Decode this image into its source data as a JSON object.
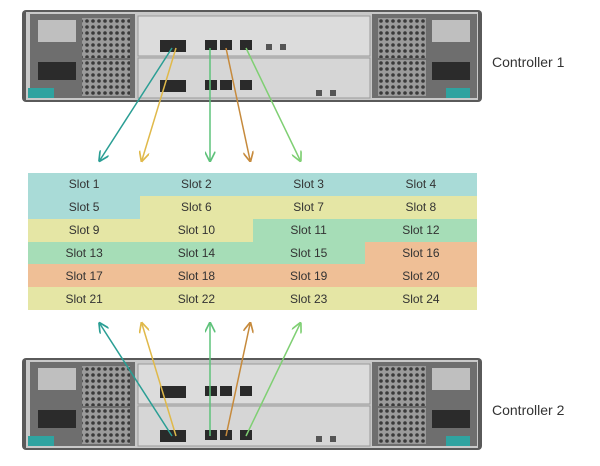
{
  "controllers": [
    {
      "label": "Controller 1"
    },
    {
      "label": "Controller 2"
    }
  ],
  "colors": {
    "teal": "#a9dbd7",
    "yellow": "#e5e6a5",
    "green": "#a6ddb7",
    "orange": "#efbf96",
    "arrow_teal": "#2a9e94",
    "arrow_yellow": "#e0b94a",
    "arrow_green": "#5ec27a",
    "arrow_brown": "#c68a3c",
    "arrow_lightgreen": "#7fcf73"
  },
  "slots": [
    {
      "label": "Slot 1",
      "color": "#a9dbd7"
    },
    {
      "label": "Slot 2",
      "color": "#a9dbd7"
    },
    {
      "label": "Slot 3",
      "color": "#a9dbd7"
    },
    {
      "label": "Slot 4",
      "color": "#a9dbd7"
    },
    {
      "label": "Slot 5",
      "color": "#a9dbd7"
    },
    {
      "label": "Slot 6",
      "color": "#e5e6a5"
    },
    {
      "label": "Slot 7",
      "color": "#e5e6a5"
    },
    {
      "label": "Slot 8",
      "color": "#e5e6a5"
    },
    {
      "label": "Slot 9",
      "color": "#e5e6a5"
    },
    {
      "label": "Slot 10",
      "color": "#e5e6a5"
    },
    {
      "label": "Slot 11",
      "color": "#a6ddb7"
    },
    {
      "label": "Slot 12",
      "color": "#a6ddb7"
    },
    {
      "label": "Slot 13",
      "color": "#a6ddb7"
    },
    {
      "label": "Slot 14",
      "color": "#a6ddb7"
    },
    {
      "label": "Slot 15",
      "color": "#a6ddb7"
    },
    {
      "label": "Slot 16",
      "color": "#efbf96"
    },
    {
      "label": "Slot 17",
      "color": "#efbf96"
    },
    {
      "label": "Slot 18",
      "color": "#efbf96"
    },
    {
      "label": "Slot 19",
      "color": "#efbf96"
    },
    {
      "label": "Slot 20",
      "color": "#efbf96"
    },
    {
      "label": "Slot 21",
      "color": "#e5e6a5"
    },
    {
      "label": "Slot 22",
      "color": "#e5e6a5"
    },
    {
      "label": "Slot 23",
      "color": "#e5e6a5"
    },
    {
      "label": "Slot 24",
      "color": "#e5e6a5"
    }
  ]
}
